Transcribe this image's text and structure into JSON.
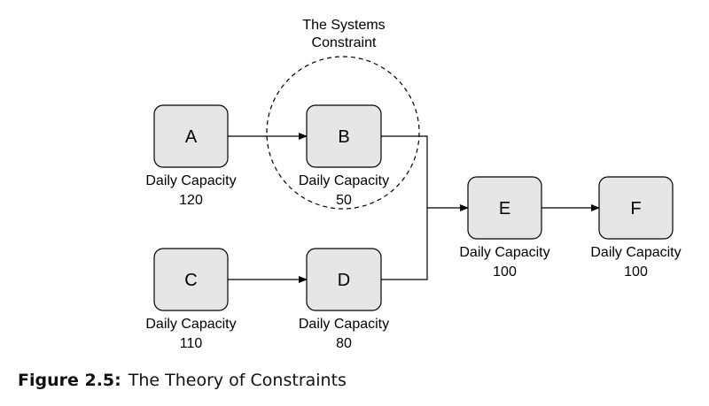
{
  "constraint": {
    "line1": "The Systems",
    "line2": "Constraint"
  },
  "nodes": {
    "A": {
      "letter": "A",
      "capacity_label": "Daily Capacity",
      "capacity": "120"
    },
    "B": {
      "letter": "B",
      "capacity_label": "Daily Capacity",
      "capacity": "50"
    },
    "C": {
      "letter": "C",
      "capacity_label": "Daily Capacity",
      "capacity": "110"
    },
    "D": {
      "letter": "D",
      "capacity_label": "Daily Capacity",
      "capacity": "80"
    },
    "E": {
      "letter": "E",
      "capacity_label": "Daily Capacity",
      "capacity": "100"
    },
    "F": {
      "letter": "F",
      "capacity_label": "Daily Capacity",
      "capacity": "100"
    }
  },
  "caption": {
    "label": "Figure 2.5:",
    "text": "The Theory of Constraints"
  }
}
